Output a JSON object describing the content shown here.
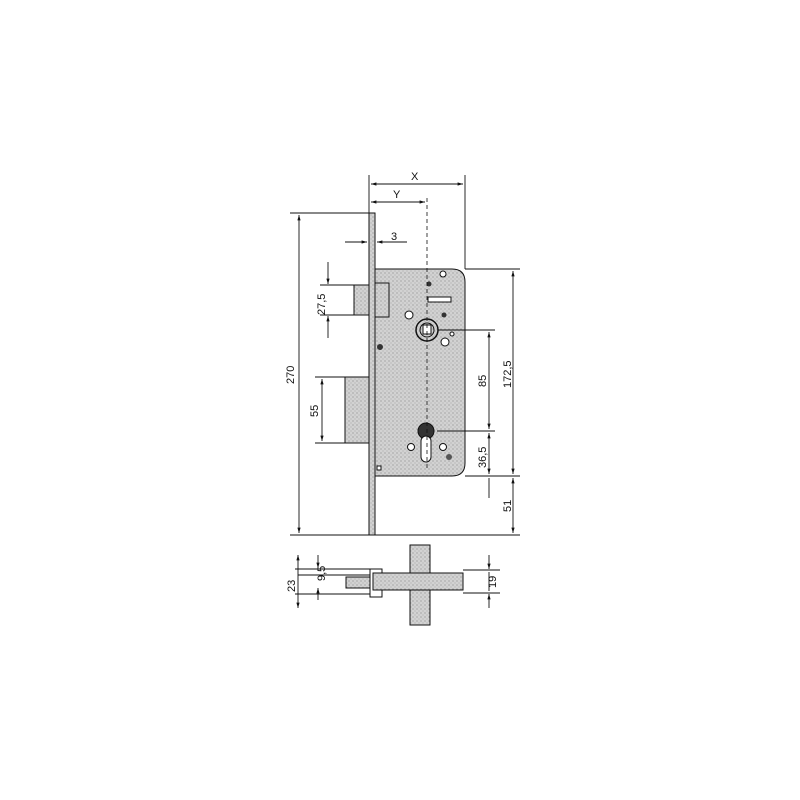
{
  "diagram": {
    "subject": "mortise lock technical drawing",
    "colors": {
      "line": "#111111",
      "fill": "#c8c8c8",
      "background": "#ffffff"
    },
    "dimensions": {
      "x": "X",
      "y": "Y",
      "faceplate_thickness": "3",
      "total_height": "270",
      "latch_height": "27,5",
      "deadbolt_height": "55",
      "handle_to_cylinder": "85",
      "case_height": "172,5",
      "cylinder_to_bottom": "36,5",
      "case_bottom_to_plate_end": "51",
      "section_total": "23",
      "section_offset": "9,5",
      "section_body": "19"
    }
  }
}
